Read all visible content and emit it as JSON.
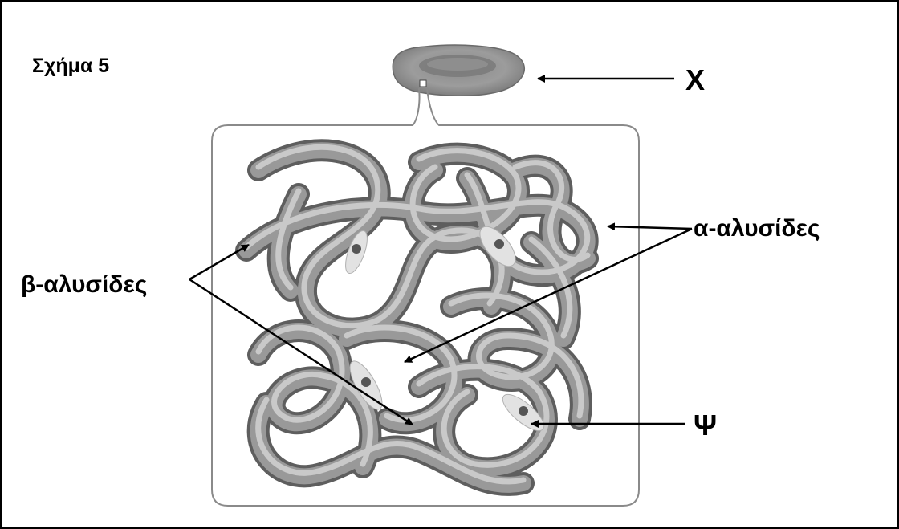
{
  "figure": {
    "title": "Σχήμα 5",
    "labels": {
      "x": "Χ",
      "alpha_chains": "α-αλυσίδες",
      "beta_chains": "β-αλυσίδες",
      "psi": "Ψ"
    }
  }
}
